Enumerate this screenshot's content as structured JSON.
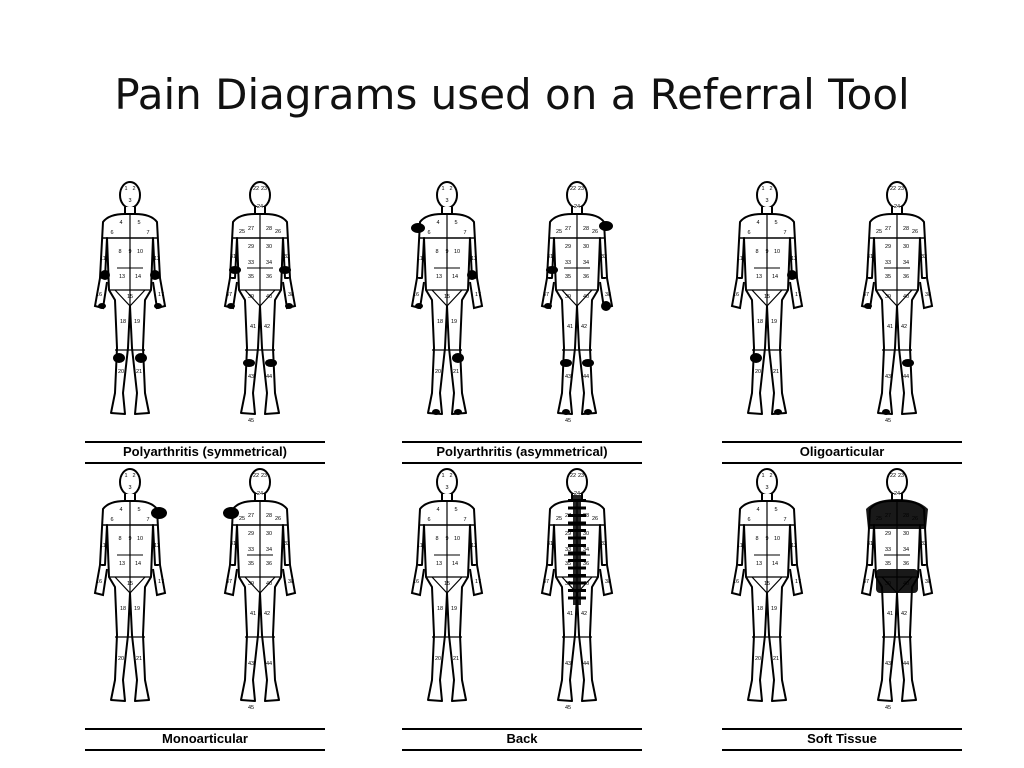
{
  "title": "Pain Diagrams used on a Referral Tool",
  "colors": {
    "ink": "#000000",
    "paper": "#ffffff"
  },
  "panels": [
    {
      "caption": "Polyarthritis (symmetrical)",
      "pattern": "polyarthritis-symmetrical"
    },
    {
      "caption": "Polyarthritis (asymmetrical)",
      "pattern": "polyarthritis-asymmetrical"
    },
    {
      "caption": "Oligoarticular",
      "pattern": "oligoarticular"
    },
    {
      "caption": "Monoarticular",
      "pattern": "monoarticular"
    },
    {
      "caption": "Back",
      "pattern": "back"
    },
    {
      "caption": "Soft Tissue",
      "pattern": "soft-tissue"
    }
  ],
  "region_numbers": {
    "front": [
      "1",
      "2",
      "3",
      "4",
      "5",
      "6",
      "7",
      "8",
      "9",
      "10",
      "11",
      "12",
      "13",
      "14",
      "15",
      "16",
      "17",
      "18",
      "19",
      "20",
      "21"
    ],
    "back": [
      "22",
      "23",
      "24",
      "25",
      "26",
      "27",
      "28",
      "29",
      "30",
      "31",
      "32",
      "33",
      "34",
      "35",
      "36",
      "37",
      "38",
      "39",
      "40",
      "41",
      "42",
      "43",
      "44",
      "45"
    ]
  }
}
